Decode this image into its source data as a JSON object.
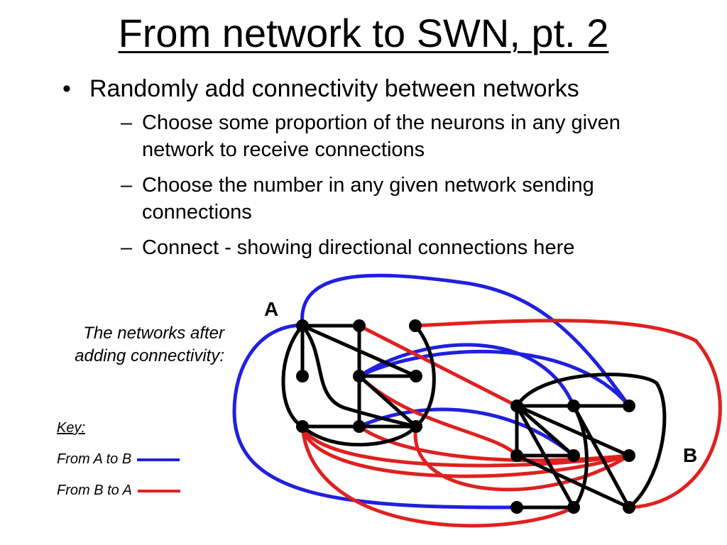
{
  "slide": {
    "title": "From network to SWN, pt. 2",
    "bullet": "Randomly add connectivity between networks",
    "subbullets": [
      "Choose some proportion of the neurons in any given network to receive connections",
      "Choose the number in any given network sending connections",
      "Connect - showing directional connections here"
    ]
  },
  "diagram": {
    "caption_line1": "The networks after",
    "caption_line2": "adding connectivity:",
    "label_a": "A",
    "label_b": "B",
    "key": {
      "title": "Key:",
      "a_to_b": "From A to B",
      "b_to_a": "From B to A"
    },
    "colors": {
      "a_to_b": "#2020e0",
      "b_to_a": "#e02020",
      "intra": "#000000"
    }
  }
}
